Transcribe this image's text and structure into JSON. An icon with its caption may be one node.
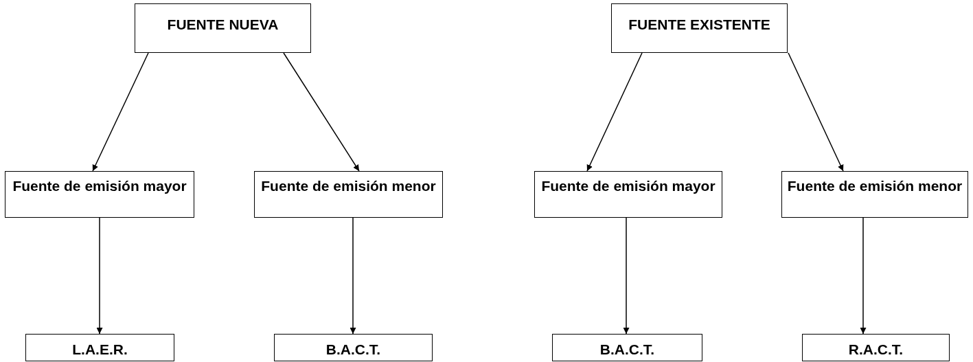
{
  "diagram": {
    "nodes": [
      {
        "text": [
          "FUENTE NUEVA"
        ]
      },
      {
        "text": [
          "FUENTE EXISTENTE"
        ]
      },
      {
        "text": [
          "Fuente de emisión mayor"
        ]
      },
      {
        "text": [
          "Fuente de emisión menor"
        ]
      },
      {
        "text": [
          "Fuente de emisión mayor"
        ]
      },
      {
        "text": [
          "Fuente de emisión menor"
        ]
      },
      {
        "text": [
          "L.A.E.R."
        ]
      },
      {
        "text": [
          "B.A.C.T."
        ]
      },
      {
        "text": [
          "B.A.C.T."
        ]
      },
      {
        "text": [
          "R.A.C.T."
        ]
      }
    ],
    "edges": [
      {
        "from": 0,
        "to": 2,
        "arrow": "to"
      },
      {
        "from": 0,
        "to": 3,
        "arrow": "to"
      },
      {
        "from": 1,
        "to": 4,
        "arrow": "to"
      },
      {
        "from": 1,
        "to": 5,
        "arrow": "to"
      },
      {
        "from": 2,
        "to": 6,
        "arrow": "to"
      },
      {
        "from": 3,
        "to": 7,
        "arrow": "to"
      },
      {
        "from": 4,
        "to": 8,
        "arrow": "to"
      },
      {
        "from": 5,
        "to": 9,
        "arrow": "to"
      }
    ]
  }
}
